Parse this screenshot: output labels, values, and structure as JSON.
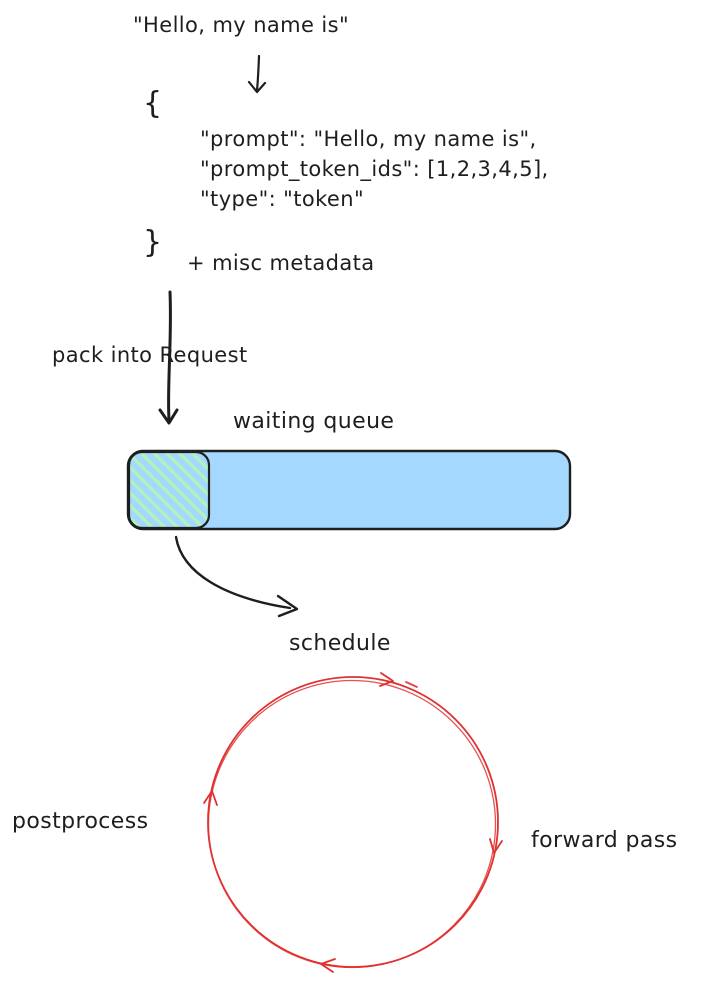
{
  "diagram": {
    "input_text": "\"Hello, my name is\"",
    "json_block": {
      "open_brace": "{",
      "close_brace": "}",
      "lines": [
        "\"prompt\": \"Hello, my name is\",",
        "\"prompt_token_ids\": [1,2,3,4,5],",
        "\"type\": \"token\""
      ],
      "metadata_note": "+ misc metadata"
    },
    "pack_label": "pack into Request",
    "queue_label": "waiting queue",
    "cycle": {
      "top_label": "schedule",
      "right_label": "forward pass",
      "left_label": "postprocess"
    },
    "colors": {
      "ink": "#1e1e1e",
      "queue_fill": "#a5d8ff",
      "hatch_stroke": "#b2f2bb",
      "cycle_stroke": "#e03131"
    }
  }
}
